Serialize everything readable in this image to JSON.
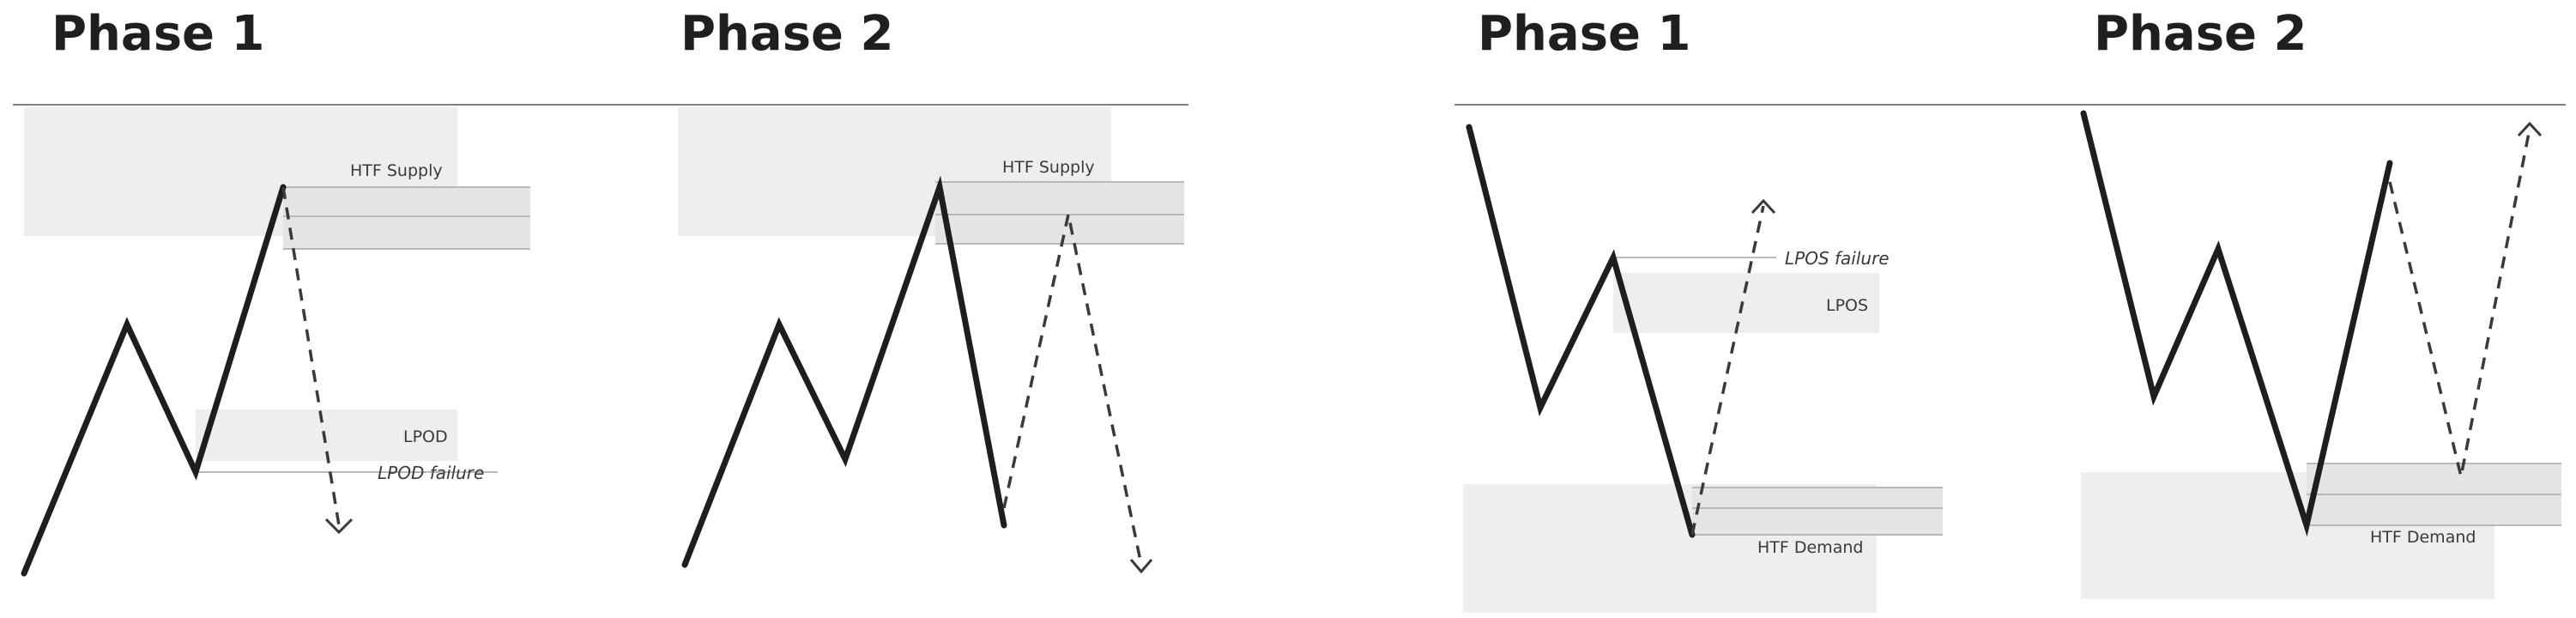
{
  "panels": [
    {
      "title": "Phase 1",
      "labels": [
        "HTF Supply",
        "LPOD",
        "LPOD failure"
      ]
    },
    {
      "title": "Phase 2",
      "labels": [
        "HTF Supply"
      ]
    },
    {
      "title": "Phase 1",
      "labels": [
        "LPOS failure",
        "LPOS",
        "HTF Demand"
      ]
    },
    {
      "title": "Phase 2",
      "labels": [
        "HTF Demand"
      ]
    }
  ]
}
